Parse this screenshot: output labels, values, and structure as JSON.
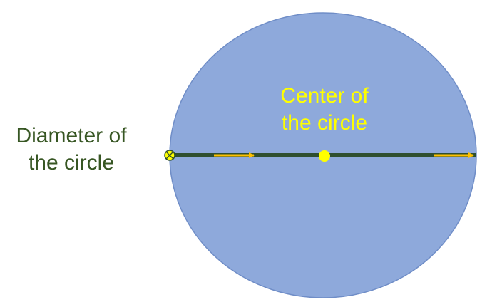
{
  "diameter_label": {
    "line1": "Diameter of",
    "line2": "the circle",
    "color": "#375623"
  },
  "center_label": {
    "line1": "Center of",
    "line2": "the circle",
    "color": "#FFFF00"
  },
  "colors": {
    "circle_fill": "#8EA9DB",
    "circle_stroke": "#6F8DC7",
    "diameter_line": "#2F4F2F",
    "arrow": "#FFC000",
    "center_point": "#FFFF00",
    "endpoint_marker": "#FFFF00"
  }
}
